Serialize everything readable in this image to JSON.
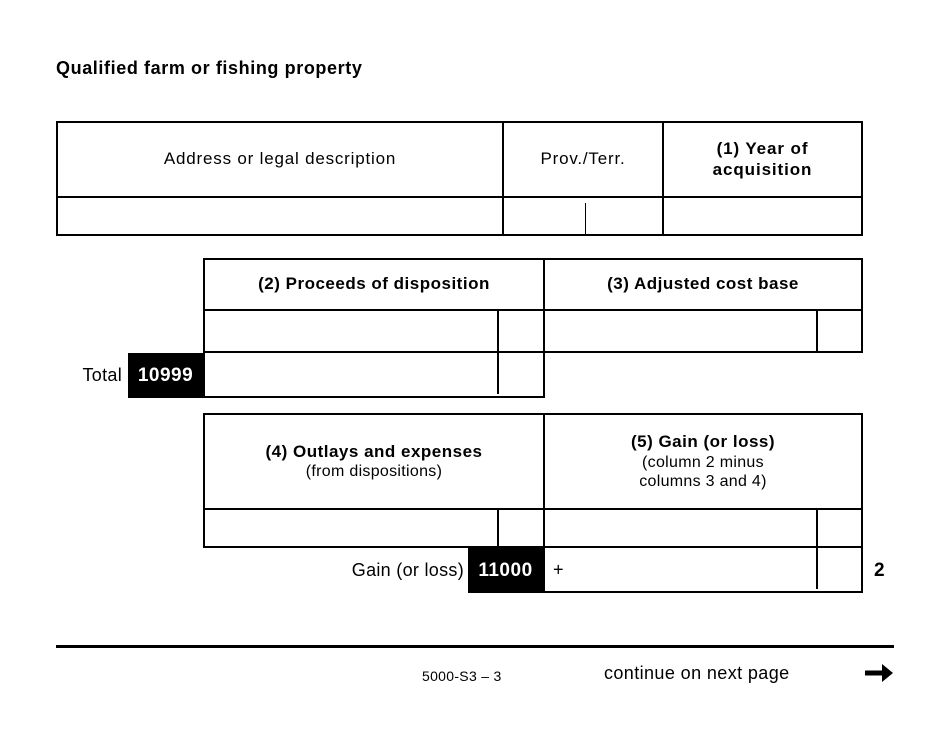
{
  "section": {
    "title": "Qualified farm or fishing property"
  },
  "table_address": {
    "headers": {
      "address": "Address or legal description",
      "province": "Prov./Terr.",
      "year_line1": "(1) Year of",
      "year_line2": "acquisition"
    },
    "row": {
      "address_value": "",
      "province_value": "",
      "year_value": ""
    }
  },
  "table_proceeds": {
    "headers": {
      "proceeds": "(2) Proceeds of disposition",
      "adjusted_cost_base": "(3) Adjusted cost base"
    },
    "row": {
      "proceeds_dollars": "",
      "proceeds_cents": "",
      "acb_dollars": "",
      "acb_cents": ""
    },
    "total": {
      "label": "Total",
      "line_number": "10999",
      "dollars": "",
      "cents": ""
    }
  },
  "table_outlays": {
    "headers": {
      "outlays_main": "(4) Outlays and expenses",
      "outlays_sub": "(from dispositions)",
      "gain_main": "(5) Gain (or loss)",
      "gain_sub_line1_a": "(column 2 ",
      "gain_sub_line1_b": "minus",
      "gain_sub_line2": "columns 3 and 4)"
    },
    "row": {
      "outlays_dollars": "",
      "outlays_cents": "",
      "gain_dollars": "",
      "gain_cents": ""
    },
    "gain_total": {
      "label": "Gain (or loss)",
      "line_number": "11000",
      "sign": "+",
      "dollars": "",
      "cents": "",
      "line_marker": "2"
    }
  },
  "footer": {
    "form_id": "5000-S3 – 3",
    "continue_text": "continue on next page"
  },
  "colors": {
    "ink": "#000000",
    "paper": "#ffffff",
    "tag_background": "#000000",
    "tag_text": "#ffffff"
  }
}
